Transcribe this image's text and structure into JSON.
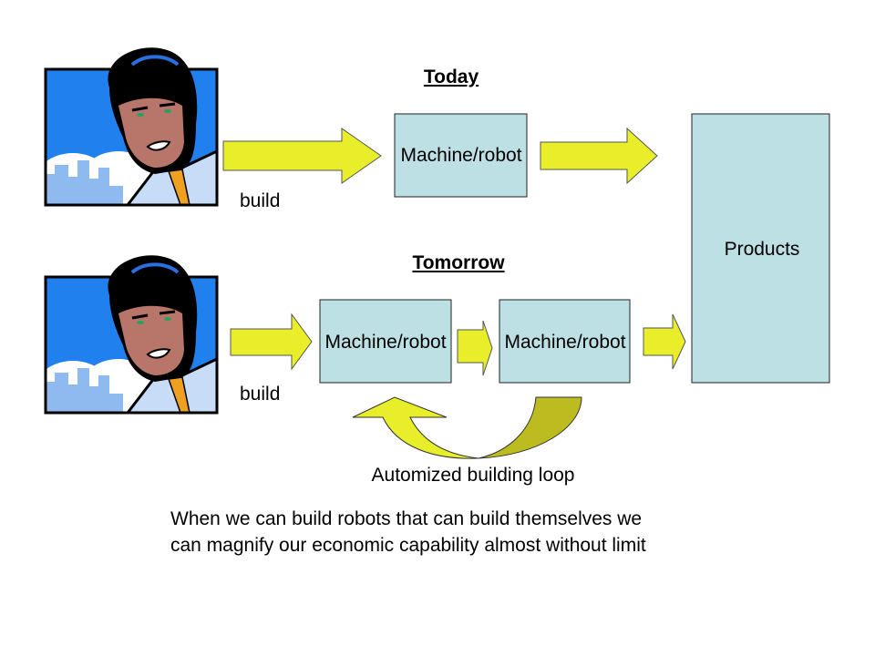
{
  "today": {
    "title": "Today",
    "build_label": "build",
    "machine_label": "Machine/robot"
  },
  "tomorrow": {
    "title": "Tomorrow",
    "build_label": "build",
    "machine_labels": [
      "Machine/robot",
      "Machine/robot"
    ]
  },
  "products_label": "Products",
  "loop_label": "Automized building loop",
  "caption": [
    "When we can build robots that can build themselves we",
    "can magnify our economic capability almost without limit"
  ],
  "colors": {
    "box_fill": "#bde0e4",
    "arrow_fill": "#e9ee2a",
    "arrow_shadow": "#bcbc20",
    "sky": "#1f80ee"
  }
}
